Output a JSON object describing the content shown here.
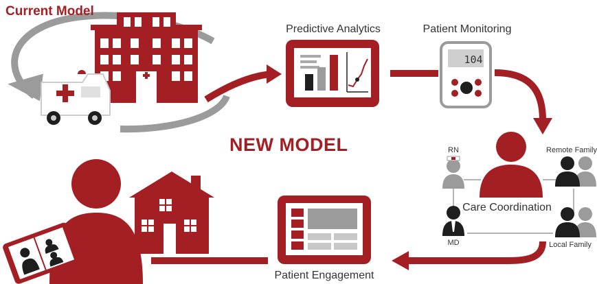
{
  "current_model_title": "Current Model",
  "new_model_title": "NEW MODEL",
  "steps": {
    "predictive_analytics": "Predictive Analytics",
    "patient_monitoring": "Patient Monitoring",
    "care_coordination": "Care Coordination",
    "patient_engagement": "Patient Engagement"
  },
  "monitor_reading": "104",
  "roles": {
    "rn": "RN",
    "md": "MD",
    "remote_family": "Remote Family",
    "local_family": "Local Family"
  },
  "colors": {
    "brand_red": "#a31f24",
    "dark": "#1e1e1e",
    "gray": "#9b9b9b",
    "light_gray": "#c8c8c8"
  },
  "icons": [
    "hospital-icon",
    "ambulance-icon",
    "analytics-screen-icon",
    "monitor-device-icon",
    "care-team-icon",
    "tablet-icon",
    "house-icon",
    "patient-icon"
  ]
}
